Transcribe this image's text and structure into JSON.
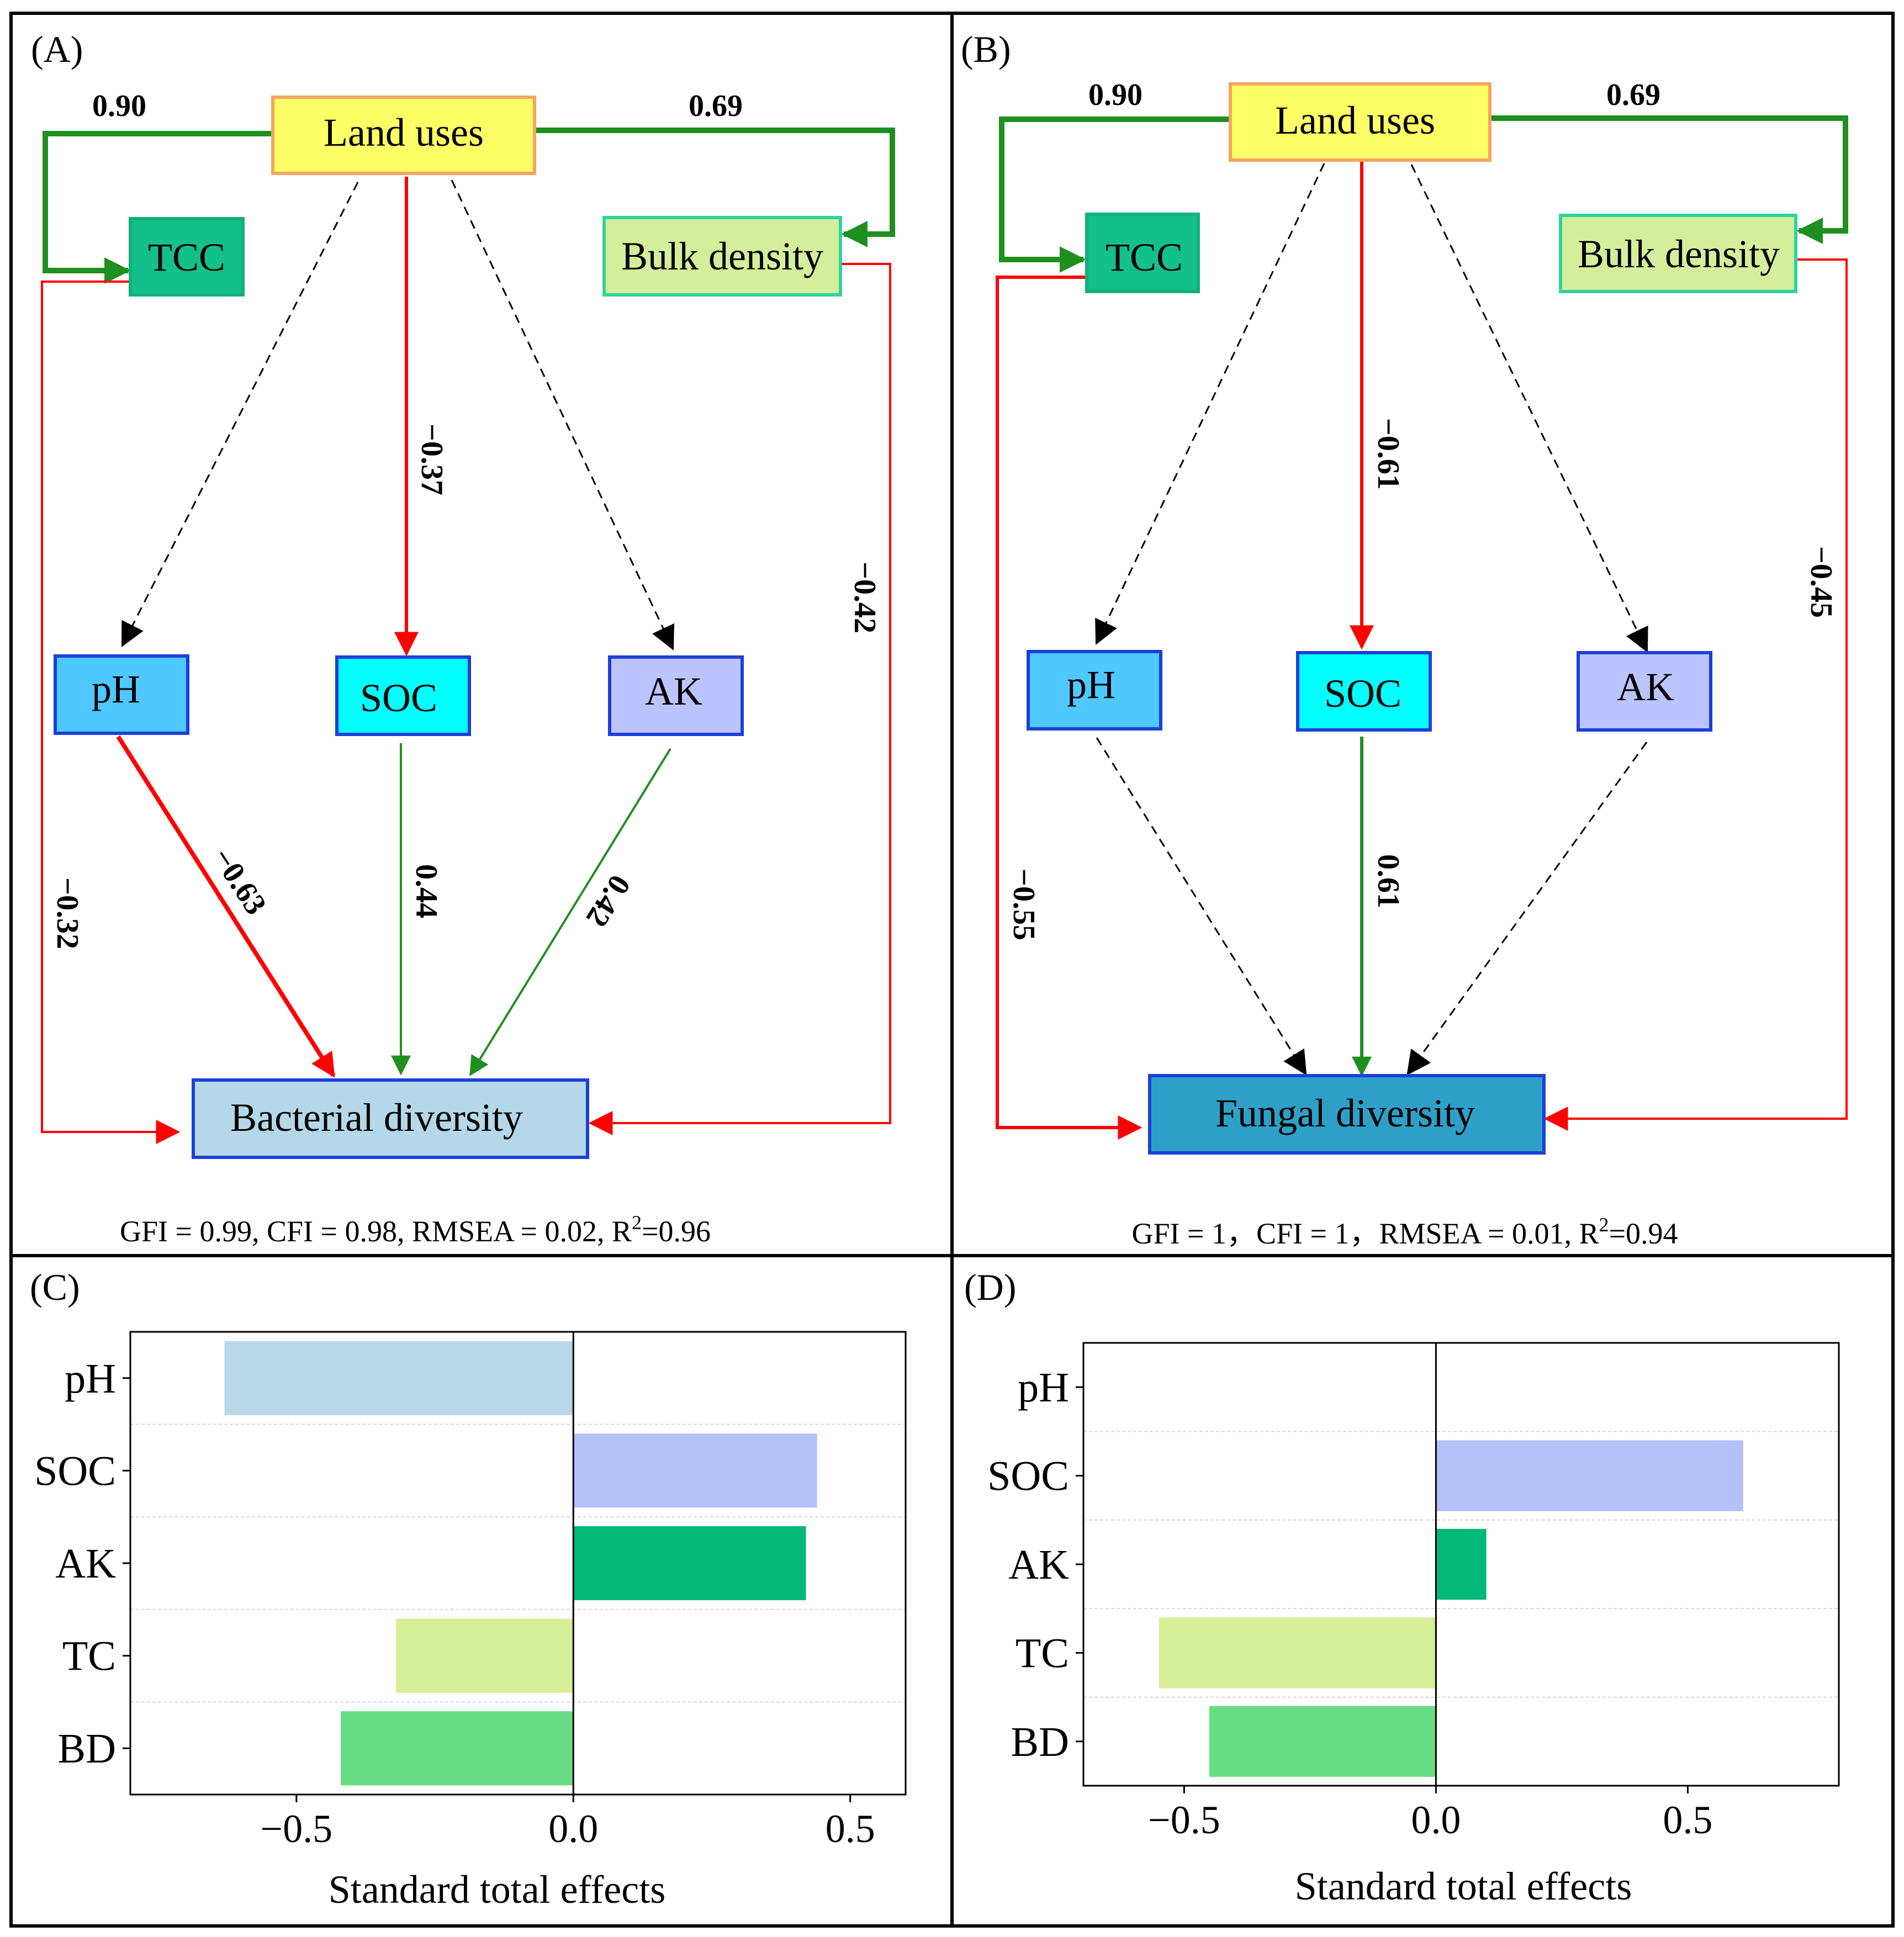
{
  "panels": {
    "A": {
      "tag": "(A)",
      "nodes": {
        "land_uses": "Land uses",
        "tcc": "TCC",
        "bulk_density": "Bulk density",
        "ph": "pH",
        "soc": "SOC",
        "ak": "AK",
        "diversity": "Bacterial diversity"
      },
      "paths": {
        "land_tcc": "0.90",
        "land_bd": "0.69",
        "land_soc": "−0.37",
        "bd_div": "−0.42",
        "tcc_div": "−0.32",
        "ph_div": "−0.63",
        "soc_div": "0.44",
        "ak_div": "0.42"
      },
      "fit": {
        "text": "GFI = 0.99, CFI = 0.98, RMSEA = 0.02, R",
        "sup": "2",
        "tail": "=0.96"
      }
    },
    "B": {
      "tag": "(B)",
      "nodes": {
        "land_uses": "Land uses",
        "tcc": "TCC",
        "bulk_density": "Bulk density",
        "ph": "pH",
        "soc": "SOC",
        "ak": "AK",
        "diversity": "Fungal diversity"
      },
      "paths": {
        "land_tcc": "0.90",
        "land_bd": "0.69",
        "land_soc": "−0.61",
        "bd_div": "−0.45",
        "tcc_div": "−0.55",
        "soc_div": "0.61"
      },
      "fit": {
        "text": "GFI = 1，CFI = 1，RMSEA = 0.01, R",
        "sup": "2",
        "tail": "=0.94"
      }
    }
  },
  "colors": {
    "positive": "#1f8f1f",
    "negative": "#ff0000",
    "land_uses_fill": "#ffff66",
    "land_uses_border": "#f4a460",
    "tcc_fill": "#13c08a",
    "bd_fill": "#d5ee9c",
    "ph_fill": "#4fc8ff",
    "soc_fill": "#00ffff",
    "ak_fill": "#bcc4ff",
    "bacterial_fill": "#b4d8ea",
    "fungal_fill": "#2ea0c8"
  },
  "chart_data": [
    {
      "tag": "(C)",
      "type": "bar",
      "orientation": "horizontal",
      "categories": [
        "pH",
        "SOC",
        "AK",
        "TC",
        "BD"
      ],
      "values": [
        -0.63,
        0.44,
        0.42,
        -0.32,
        -0.42
      ],
      "colors": [
        "#b8d8ea",
        "#b4c0f8",
        "#00b878",
        "#d6ee96",
        "#68dc82"
      ],
      "xlabel": "Standard total effects",
      "xlim": [
        -0.8,
        0.6
      ],
      "xticks": [
        "−0.5",
        "0.0",
        "0.5"
      ],
      "grid": "horizontal dashed"
    },
    {
      "tag": "(D)",
      "type": "bar",
      "orientation": "horizontal",
      "categories": [
        "pH",
        "SOC",
        "AK",
        "TC",
        "BD"
      ],
      "values": [
        0.0,
        0.61,
        0.1,
        -0.55,
        -0.45
      ],
      "colors": [
        "#b8d8ea",
        "#b4c0f8",
        "#00b878",
        "#d6ee96",
        "#68dc82"
      ],
      "xlabel": "Standard total effects",
      "xlim": [
        -0.7,
        0.8
      ],
      "xticks": [
        "−0.5",
        "0.0",
        "0.5"
      ],
      "grid": "horizontal dashed"
    }
  ]
}
